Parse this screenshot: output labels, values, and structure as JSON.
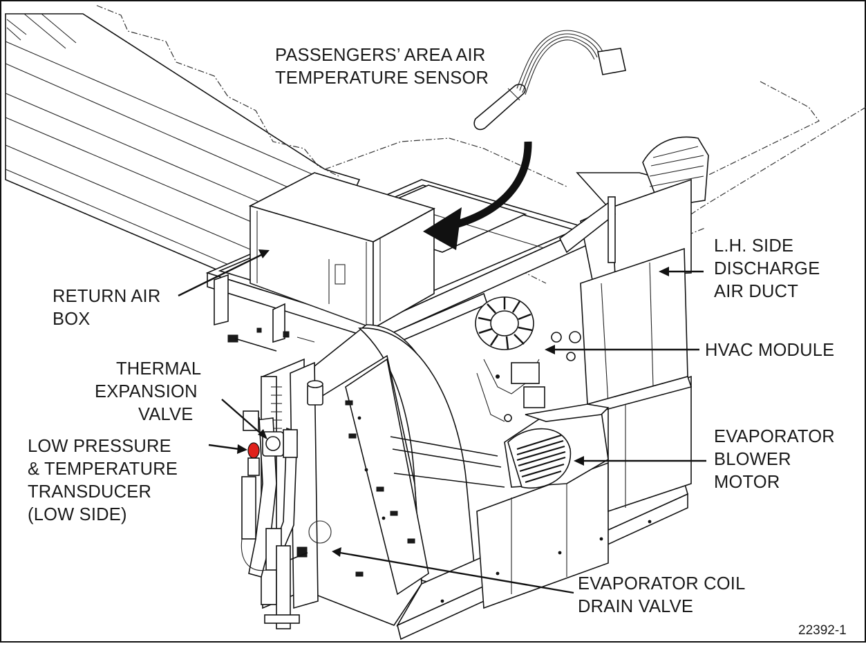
{
  "labels": {
    "sensor_line1": "PASSENGERS’ AREA AIR",
    "sensor_line2": "TEMPERATURE SENSOR",
    "lh_duct_line1": "L.H. SIDE",
    "lh_duct_line2": "DISCHARGE",
    "lh_duct_line3": "AIR DUCT",
    "return_box_line1": "RETURN AIR",
    "return_box_line2": "BOX",
    "hvac_module": "HVAC MODULE",
    "txv_line1": "THERMAL",
    "txv_line2": "EXPANSION",
    "txv_line3": "VALVE",
    "transducer_line1": "LOW PRESSURE",
    "transducer_line2": "& TEMPERATURE",
    "transducer_line3": "TRANSDUCER",
    "transducer_line4": "(LOW SIDE)",
    "blower_line1": "EVAPORATOR",
    "blower_line2": "BLOWER",
    "blower_line3": "MOTOR",
    "drain_line1": "EVAPORATOR COIL",
    "drain_line2": "DRAIN VALVE",
    "figure_number": "22392-1"
  },
  "colors": {
    "line": "#111111",
    "background": "#ffffff",
    "transducer_highlight": "#e0211b"
  }
}
